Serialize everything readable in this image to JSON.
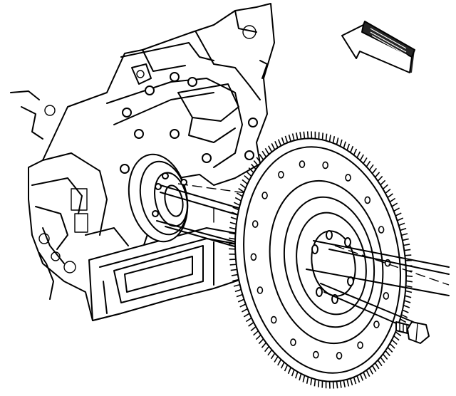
{
  "diagram": {
    "subject": "flywheel-installation-on-engine-block-rear",
    "parts": [
      "engine-block",
      "crankshaft-flange",
      "flywheel",
      "ring-gear",
      "flywheel-bolt",
      "direction-arrow"
    ],
    "colors": {
      "ink": "#000000",
      "paper": "#ffffff"
    }
  }
}
